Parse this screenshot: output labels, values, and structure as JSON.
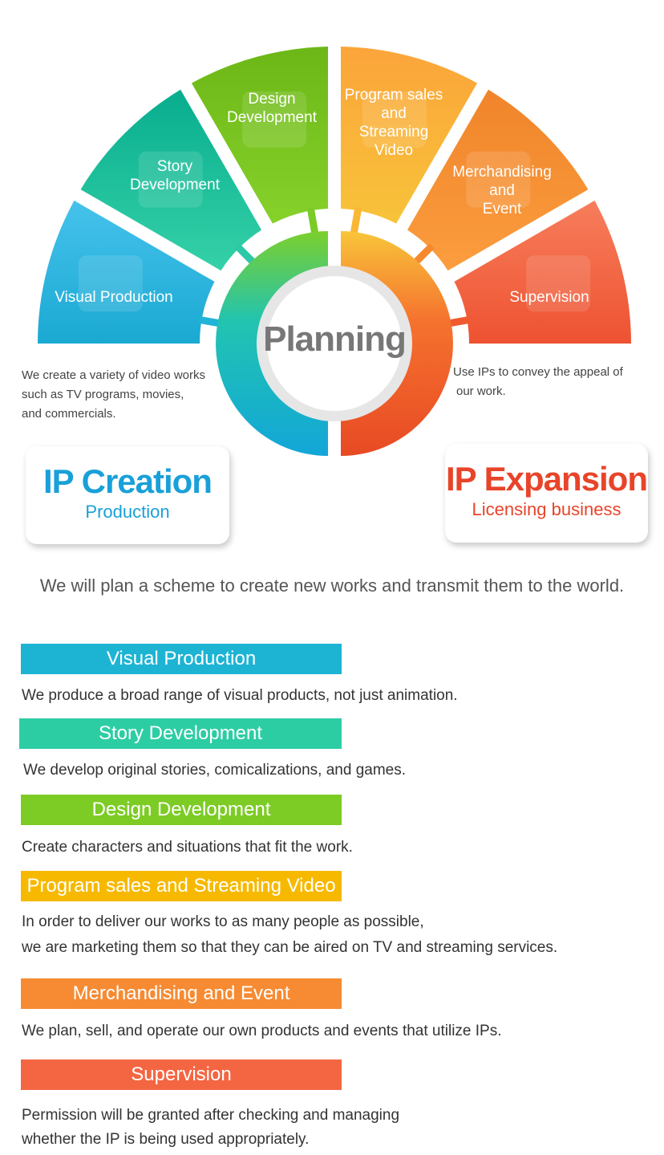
{
  "diagram": {
    "center_label": "Planning",
    "wedges": [
      {
        "id": "visual-production",
        "label": "Visual Production",
        "colors": [
          "#45c2ec",
          "#1aa9d2"
        ],
        "icon": "camera-icon"
      },
      {
        "id": "story-development",
        "label": "Story Development",
        "colors": [
          "#08ad8e",
          "#35d1a8"
        ],
        "icon": "book-icon"
      },
      {
        "id": "design-development",
        "label": "Design Development",
        "colors": [
          "#6cb717",
          "#86d12a"
        ],
        "icon": "pencil-frame-icon"
      },
      {
        "id": "program-sales",
        "label": "Program sales and Streaming Video",
        "colors": [
          "#fba43a",
          "#f8c33a"
        ],
        "icon": "play-icon"
      },
      {
        "id": "merchandising",
        "label": "Merchandising and Event",
        "colors": [
          "#f0842a",
          "#fb9d3e"
        ],
        "icon": "flag-icon"
      },
      {
        "id": "supervision",
        "label": "Supervision",
        "colors": [
          "#f77e5c",
          "#ee5231"
        ],
        "icon": "people-icon"
      }
    ],
    "labels": {
      "visual": "Visual Production",
      "story": [
        "Story",
        "Development"
      ],
      "design": [
        "Design",
        "Development"
      ],
      "program": [
        "Program sales",
        "and",
        "Streaming",
        "Video"
      ],
      "merch": [
        "Merchandising",
        "and",
        "Event"
      ],
      "supervision": "Supervision"
    },
    "left_desc": [
      "We create a variety of video works",
      "such as TV programs, movies,",
      "and commercials."
    ],
    "right_desc": [
      "Use IPs to convey the appeal of",
      "our work."
    ]
  },
  "cards": {
    "creation": {
      "title": "IP Creation",
      "subtitle": "Production",
      "color": "#19a0d8"
    },
    "expansion": {
      "title": "IP Expansion",
      "subtitle": "Licensing business",
      "color": "#e8442a"
    }
  },
  "tagline": "We will plan a scheme to create new works and transmit them to the world.",
  "sections": [
    {
      "title": "Visual Production",
      "color": "#1db4d4",
      "text": [
        "We produce a broad range of visual products, not just animation."
      ]
    },
    {
      "title": "Story Development",
      "color": "#2dcda4",
      "text": [
        "We develop original stories, comicalizations, and games."
      ]
    },
    {
      "title": "Design Development",
      "color": "#7ccc25",
      "text": [
        "Create characters and situations that fit the work."
      ]
    },
    {
      "title": "Program sales and Streaming Video",
      "color": "#f6b900",
      "text": [
        "In order to deliver our works to as many people as possible,",
        "we are marketing them so that they can be aired on TV and streaming services."
      ]
    },
    {
      "title": "Merchandising and Event",
      "color": "#f68b33",
      "text": [
        "We plan, sell, and operate our own products and events that utilize IPs."
      ]
    },
    {
      "title": "Supervision",
      "color": "#f46642",
      "text": [
        "Permission will be granted after checking and managing",
        "whether the IP is being used appropriately."
      ]
    }
  ]
}
